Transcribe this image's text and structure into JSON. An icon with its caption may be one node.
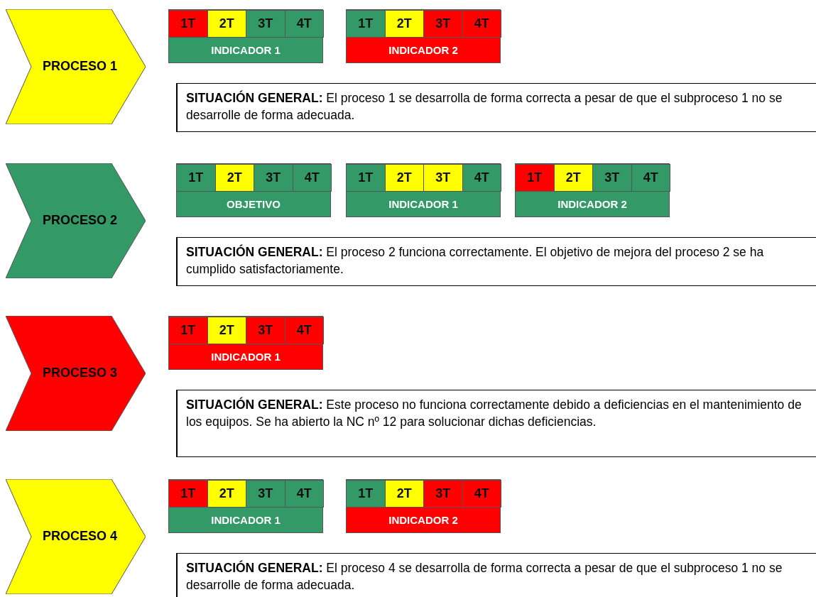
{
  "diagram": {
    "nodes": [
      {
        "text": [
          "PROCESO 1"
        ]
      },
      {
        "text": [
          "INDICADOR 1"
        ]
      },
      {
        "text": [
          "1T"
        ],
        "in": 1
      },
      {
        "text": [
          "2T"
        ],
        "in": 1
      },
      {
        "text": [
          "3T"
        ],
        "in": 1
      },
      {
        "text": [
          "4T"
        ],
        "in": 1
      },
      {
        "text": [
          "INDICADOR 2"
        ]
      },
      {
        "text": [
          "1T"
        ],
        "in": 6
      },
      {
        "text": [
          "2T"
        ],
        "in": 6
      },
      {
        "text": [
          "3T"
        ],
        "in": 6
      },
      {
        "text": [
          "4T"
        ],
        "in": 6
      },
      {
        "text": [
          "**SITUACIÓN GENERAL:** El proceso 1 se desarrolla de forma correcta a pesar de que el subproceso 1 no se desarrolle de forma adecuada."
        ]
      },
      {
        "text": [
          "PROCESO 2"
        ]
      },
      {
        "text": [
          "OBJETIVO"
        ]
      },
      {
        "text": [
          "1T"
        ],
        "in": 13
      },
      {
        "text": [
          "2T"
        ],
        "in": 13
      },
      {
        "text": [
          "3T"
        ],
        "in": 13
      },
      {
        "text": [
          "4T"
        ],
        "in": 13
      },
      {
        "text": [
          "INDICADOR 1"
        ]
      },
      {
        "text": [
          "1T"
        ],
        "in": 18
      },
      {
        "text": [
          "2T"
        ],
        "in": 18
      },
      {
        "text": [
          "3T"
        ],
        "in": 18
      },
      {
        "text": [
          "4T"
        ],
        "in": 18
      },
      {
        "text": [
          "INDICADOR 2"
        ]
      },
      {
        "text": [
          "1T"
        ],
        "in": 23
      },
      {
        "text": [
          "2T"
        ],
        "in": 23
      },
      {
        "text": [
          "3T"
        ],
        "in": 23
      },
      {
        "text": [
          "4T"
        ],
        "in": 23
      },
      {
        "text": [
          "**SITUACIÓN GENERAL:** El proceso 2 funciona correctamente. El objetivo de mejora del proceso 2 se ha cumplido satisfactoriamente."
        ]
      },
      {
        "text": [
          "PROCESO 3"
        ]
      },
      {
        "text": [
          "INDICADOR 1"
        ]
      },
      {
        "text": [
          "1T"
        ],
        "in": 30
      },
      {
        "text": [
          "2T"
        ],
        "in": 30
      },
      {
        "text": [
          "3T"
        ],
        "in": 30
      },
      {
        "text": [
          "4T"
        ],
        "in": 30
      },
      {
        "text": [
          "**SITUACIÓN GENERAL:** Este proceso no funciona correctamente debido a deficiencias en el mantenimiento de los equipos. Se ha abierto la NC nº 12 para solucionar dichas deficiencias."
        ]
      },
      {
        "text": [
          "PROCESO 4"
        ]
      },
      {
        "text": [
          "INDICADOR 1"
        ]
      },
      {
        "text": [
          "1T"
        ],
        "in": 37
      },
      {
        "text": [
          "2T"
        ],
        "in": 37
      },
      {
        "text": [
          "3T"
        ],
        "in": 37
      },
      {
        "text": [
          "4T"
        ],
        "in": 37
      },
      {
        "text": [
          "INDICADOR 2"
        ]
      },
      {
        "text": [
          "1T"
        ],
        "in": 42
      },
      {
        "text": [
          "2T"
        ],
        "in": 42
      },
      {
        "text": [
          "3T"
        ],
        "in": 42
      },
      {
        "text": [
          "4T"
        ],
        "in": 42
      },
      {
        "text": [
          "**SITUACIÓN GENERAL:** El proceso 4 se desarrolla de forma correcta a pesar de que el subproceso 1 no se desarrolle de forma adecuada."
        ]
      }
    ],
    "edges": []
  }
}
